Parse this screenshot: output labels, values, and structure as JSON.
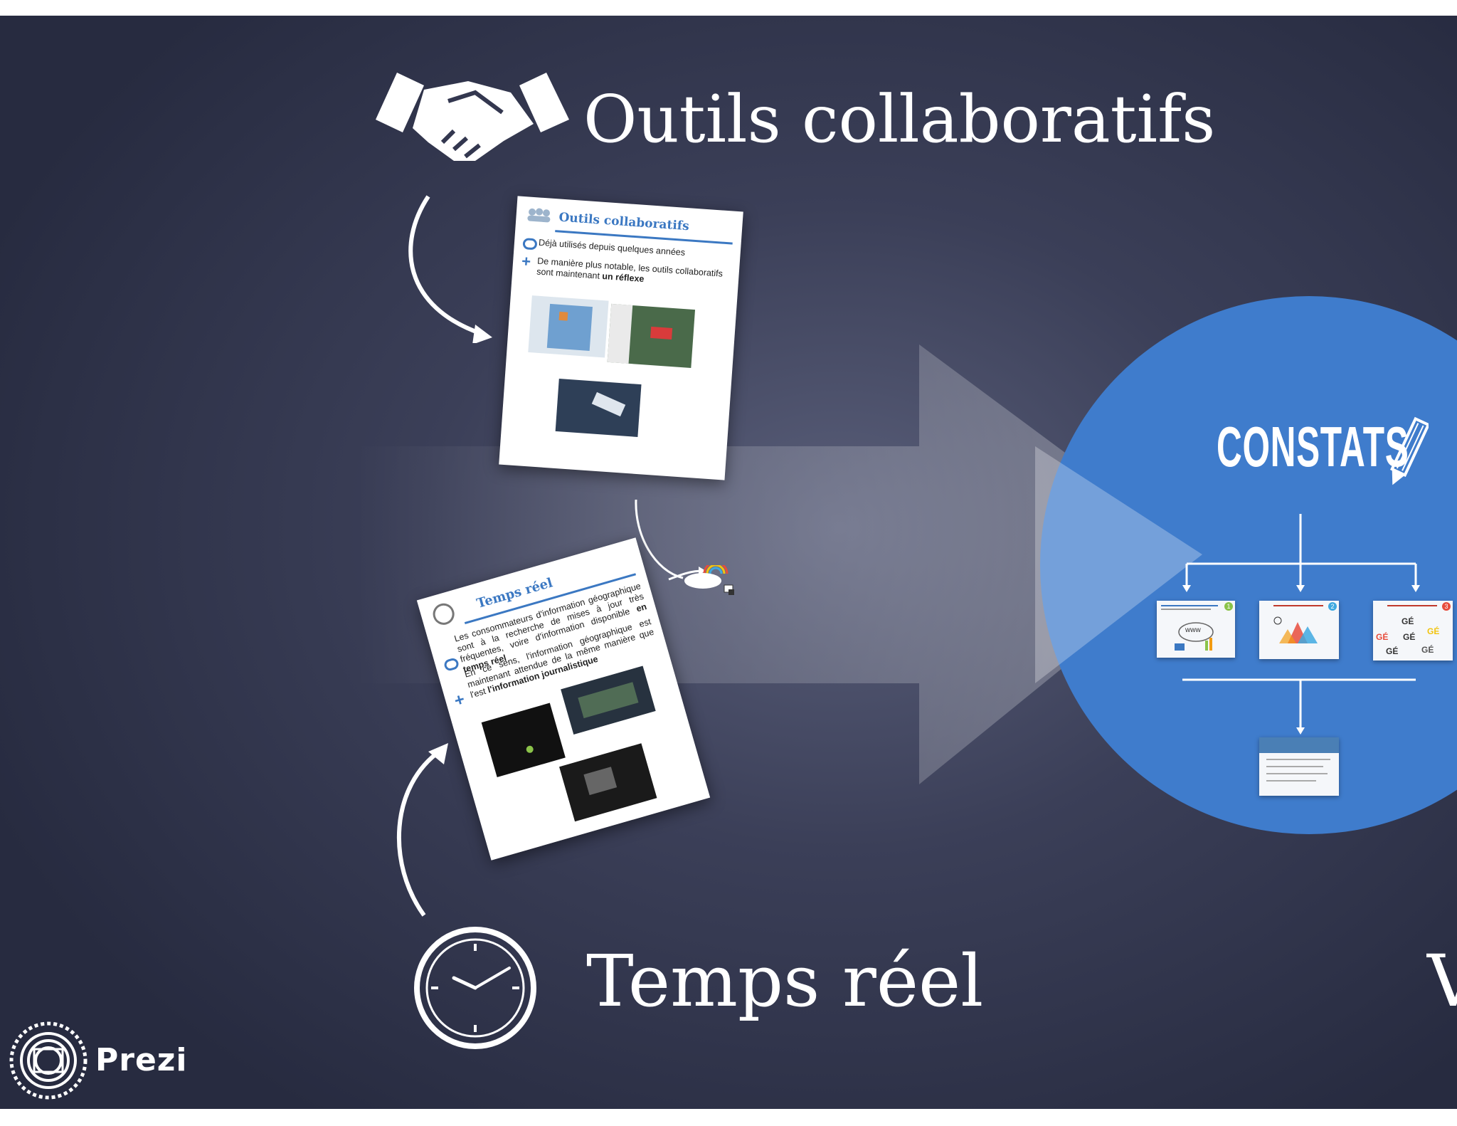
{
  "app": {
    "name": "Prezi"
  },
  "headings": {
    "collab": "Outils collaboratifs",
    "realtime": "Temps réel",
    "constats": "CONSTATS",
    "partial_right": "V"
  },
  "slide_collab": {
    "title": "Outils collaboratifs",
    "bullet1": "Déjà utilisés depuis quelques années",
    "bullet2_pre": "De manière plus notable, les outils collaboratifs sont maintenant ",
    "bullet2_bold": "un réflexe"
  },
  "slide_realtime": {
    "title": "Temps réel",
    "bullet1_pre": "Les consommateurs d'information géographique sont à la recherche de mises à jour très fréquentes, voire d'information disponible ",
    "bullet1_bold": "en temps réel",
    "bullet2_pre": "En ce sens, l'information géographique est maintenant attendue de la même manière que l'est ",
    "bullet2_bold": "l'information journalistique"
  },
  "mini_slides": {
    "badge1": "1",
    "badge2": "2",
    "badge3": "3",
    "www": "www",
    "geo": "GÉ"
  },
  "colors": {
    "background": "#2f3349",
    "circle": "#3f7ccc",
    "accent_blue": "#3b78c2",
    "white": "#ffffff"
  },
  "icons": [
    "handshake-icon",
    "clock-icon",
    "pencil-icon",
    "prezi-logo-icon",
    "cloud-rainbow-icon",
    "arrow-icon"
  ]
}
